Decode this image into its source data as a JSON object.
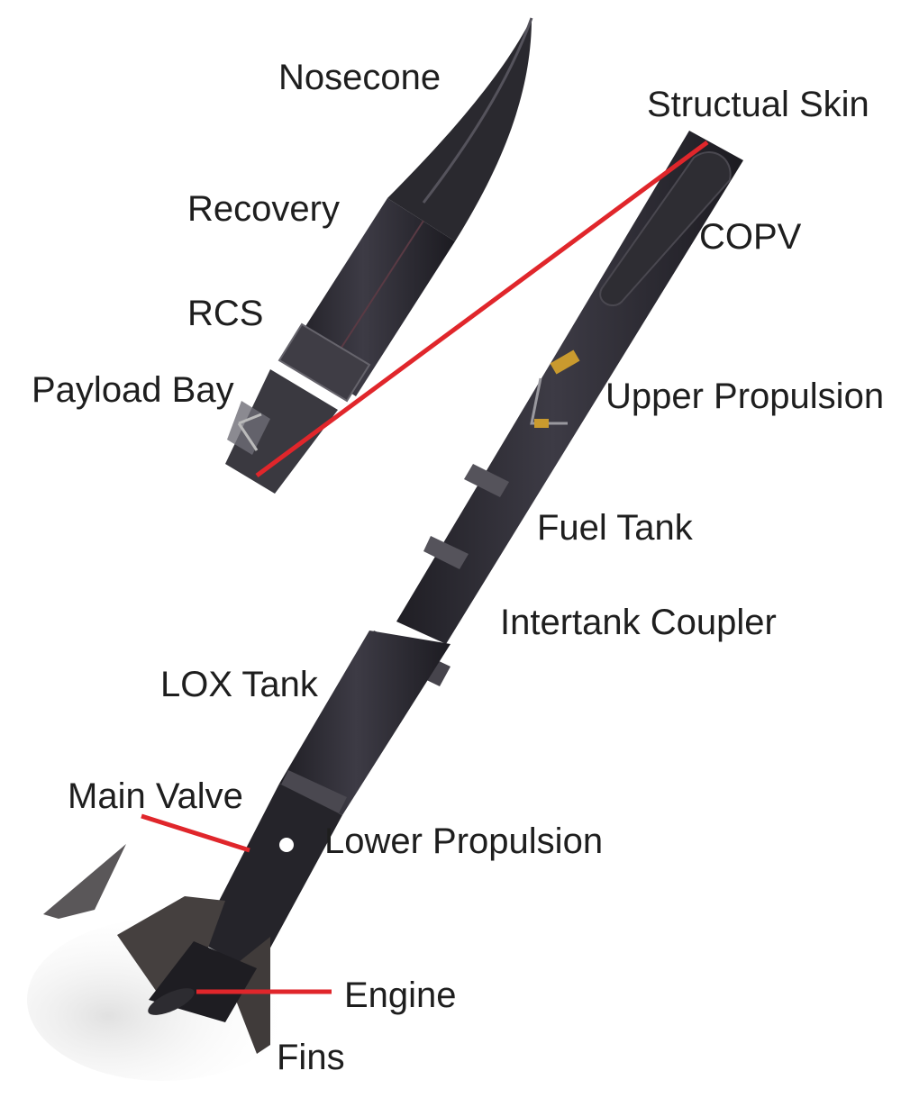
{
  "diagram": {
    "subject": "Exploded view of a liquid-fueled sounding rocket",
    "leader_line_color": "#e0262b",
    "body_color": "#2c2b33",
    "labels": [
      {
        "id": "nosecone",
        "text": "Nosecone"
      },
      {
        "id": "structual-skin",
        "text": "Structual Skin"
      },
      {
        "id": "recovery",
        "text": "Recovery"
      },
      {
        "id": "copv",
        "text": "COPV"
      },
      {
        "id": "rcs",
        "text": "RCS"
      },
      {
        "id": "payload-bay",
        "text": "Payload Bay"
      },
      {
        "id": "upper-propulsion",
        "text": "Upper Propulsion"
      },
      {
        "id": "fuel-tank",
        "text": "Fuel Tank"
      },
      {
        "id": "intertank-coupler",
        "text": "Intertank Coupler"
      },
      {
        "id": "lox-tank",
        "text": "LOX Tank"
      },
      {
        "id": "main-valve",
        "text": "Main Valve"
      },
      {
        "id": "lower-propulsion",
        "text": "Lower Propulsion"
      },
      {
        "id": "engine",
        "text": "Engine"
      },
      {
        "id": "fins",
        "text": "Fins"
      }
    ]
  }
}
